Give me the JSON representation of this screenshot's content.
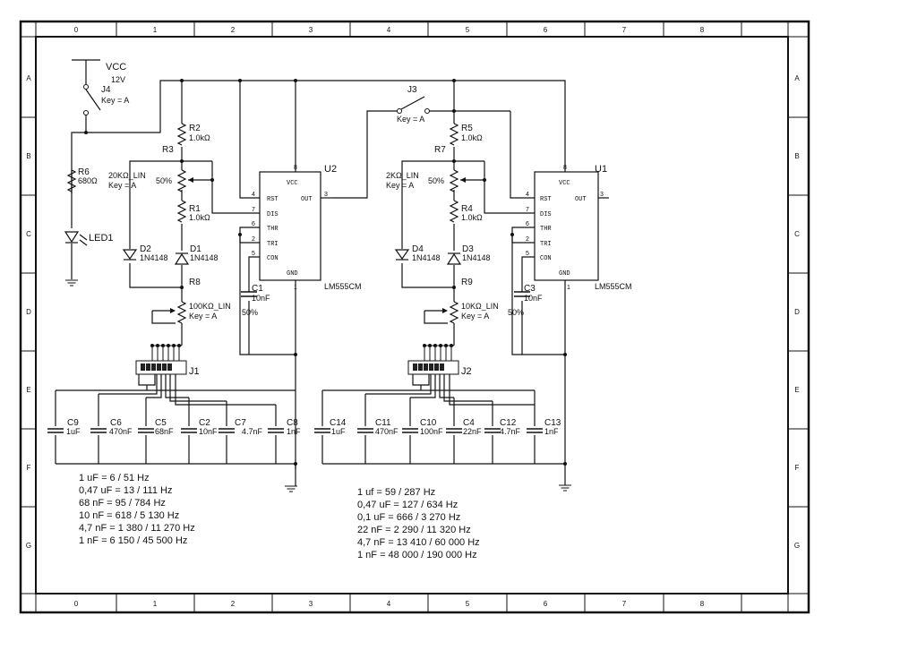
{
  "frame": {
    "columns": [
      "0",
      "1",
      "2",
      "3",
      "4",
      "5",
      "6",
      "7",
      "8"
    ],
    "rows": [
      "A",
      "B",
      "C",
      "D",
      "E",
      "F",
      "G"
    ]
  },
  "power": {
    "vcc": "VCC",
    "voltage": "12V"
  },
  "switches": {
    "j4": "J4",
    "j4_key": "Key = A",
    "j3": "J3",
    "j3_key": "Key = A"
  },
  "led": {
    "r6": "R6",
    "r6_value": "680Ω",
    "led1": "LED1"
  },
  "stage1": {
    "r2": "R2",
    "r2_value": "1.0kΩ",
    "r3": "R3",
    "r3_value": "20KΩ_LIN",
    "r3_key": "Key = A",
    "r3_pct": "50%",
    "r1": "R1",
    "r1_value": "1.0kΩ",
    "d2": "D2",
    "d2_value": "1N4148",
    "d1": "D1",
    "d1_value": "1N4148",
    "r8": "R8",
    "r8_value": "100KΩ_LIN",
    "r8_key": "Key = A",
    "c1": "C1",
    "c1_value": "10nF",
    "c1_pct": "50%",
    "u2": "U2",
    "u2_part": "LM555CM",
    "j1": "J1"
  },
  "stage2": {
    "r5": "R5",
    "r5_value": "1.0kΩ",
    "r7": "R7",
    "r7_value": "2KΩ_LIN",
    "r7_key": "Key = A",
    "r7_pct": "50%",
    "r4": "R4",
    "r4_value": "1.0kΩ",
    "d4": "D4",
    "d4_value": "1N4148",
    "d3": "D3",
    "d3_value": "1N4148",
    "r9": "R9",
    "r9_value": "10KΩ_LIN",
    "r9_key": "Key = A",
    "c3": "C3",
    "c3_value": "10nF",
    "c3_pct": "50%",
    "u1": "U1",
    "u1_part": "LM555CM",
    "j2": "J2"
  },
  "ic_pins": {
    "vcc": "VCC",
    "rst": "RST",
    "dis": "DIS",
    "thr": "THR",
    "tri": "TRI",
    "con": "CON",
    "gnd": "GND",
    "out": "OUT",
    "n8": "8",
    "n4": "4",
    "n7": "7",
    "n6": "6",
    "n2": "2",
    "n5": "5",
    "n1": "1",
    "n3": "3"
  },
  "bank1": [
    {
      "name": "C9",
      "value": "1uF"
    },
    {
      "name": "C6",
      "value": "470nF"
    },
    {
      "name": "C5",
      "value": "68nF"
    },
    {
      "name": "C2",
      "value": "10nF"
    },
    {
      "name": "C7",
      "value": "4.7nF"
    },
    {
      "name": "C8",
      "value": "1nF"
    }
  ],
  "bank2": [
    {
      "name": "C14",
      "value": "1uF"
    },
    {
      "name": "C11",
      "value": "470nF"
    },
    {
      "name": "C10",
      "value": "100nF"
    },
    {
      "name": "C4",
      "value": "22nF"
    },
    {
      "name": "C12",
      "value": "4.7nF"
    },
    {
      "name": "C13",
      "value": "1nF"
    }
  ],
  "notes_left": [
    "1 uF = 6 / 51 Hz",
    "0,47 uF = 13 / 111 Hz",
    "68 nF = 95 / 784 Hz",
    "10 nF = 618 / 5 130 Hz",
    "4,7 nF = 1 380 / 11 270 Hz",
    "1 nF = 6 150 / 45 500 Hz"
  ],
  "notes_right": [
    "1 uf = 59 / 287 Hz",
    "0,47 uF = 127 / 634 Hz",
    "0,1 uF = 666 / 3 270 Hz",
    "22 nF = 2 290 / 11 320 Hz",
    "4,7 nF = 13 410 / 60 000 Hz",
    "1 nF = 48 000 / 190 000 Hz"
  ]
}
